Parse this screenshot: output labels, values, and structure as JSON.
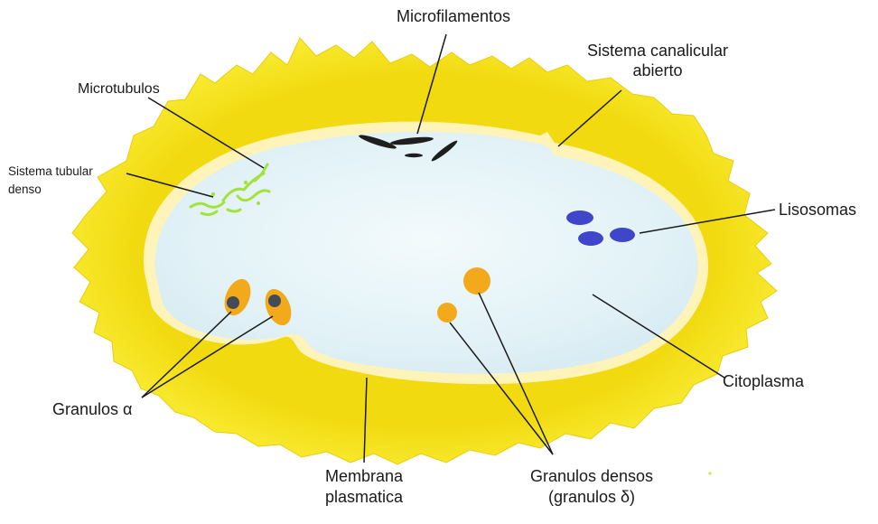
{
  "colors": {
    "membrane": "#f4e41c",
    "membrane_shadow": "#e3c40c",
    "cytoplasm": "#e4f3f8",
    "cytoplasm_edge": "#fff6c8",
    "lysosome": "#3f46c9",
    "granule_orange": "#f2a91c",
    "granule_core": "#444a56",
    "microtubule": "#a4e23a",
    "microfilament": "#1e1e1e",
    "leader_line": "#1a1a1a"
  },
  "labels": {
    "microfilamentos": "Microfilamentos",
    "sistema_canalicular": [
      "Sistema canalicular",
      "abierto"
    ],
    "microtubulos": "Microtubulos",
    "sistema_tubular": [
      "Sistema tubular",
      "denso"
    ],
    "lisosomas": "Lisosomas",
    "granulos_alfa": "Granulos α",
    "citoplasma": "Citoplasma",
    "membrana": [
      "Membrana",
      "plasmatica"
    ],
    "granulos_densos": [
      "Granulos densos",
      "(granulos δ)"
    ]
  }
}
